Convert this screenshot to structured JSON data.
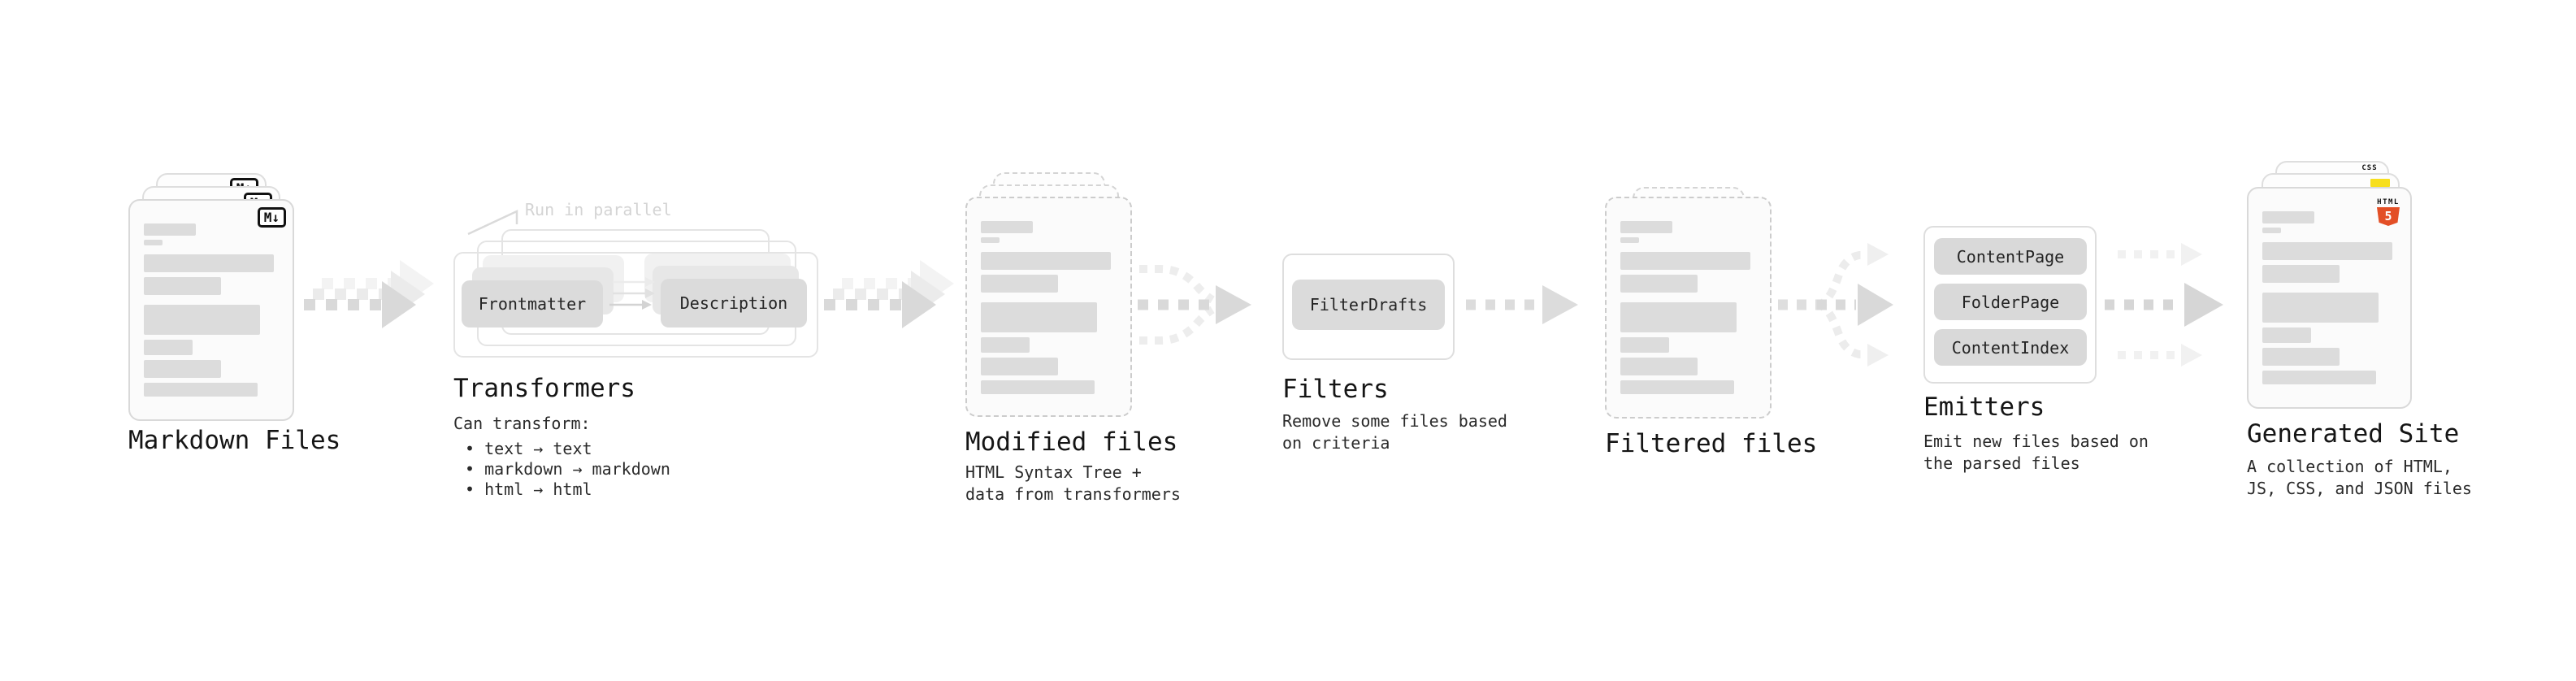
{
  "colors": {
    "html5_orange": "#e34f26",
    "js_yellow": "#f7df1e",
    "css_blue": "#2965f1"
  },
  "markdown": {
    "label": "Markdown Files",
    "badge": "M↓"
  },
  "transformers": {
    "note": "Run in parallel",
    "boxes": [
      "Frontmatter",
      "Description"
    ],
    "label": "Transformers",
    "desc_title": "Can transform:",
    "bullets": [
      "• text → text",
      "• markdown → markdown",
      "• html → html"
    ]
  },
  "modified": {
    "label": "Modified files",
    "desc1": "HTML Syntax Tree +",
    "desc2": "data from transformers"
  },
  "filters": {
    "box": "FilterDrafts",
    "label": "Filters",
    "desc1": "Remove some files based",
    "desc2": "on criteria"
  },
  "filtered": {
    "label": "Filtered files"
  },
  "emitters": {
    "boxes": [
      "ContentPage",
      "FolderPage",
      "ContentIndex"
    ],
    "label": "Emitters",
    "desc1": "Emit new files based on",
    "desc2": "the parsed files"
  },
  "generated": {
    "label": "Generated Site",
    "desc1": "A collection of HTML,",
    "desc2": "JS, CSS, and JSON files",
    "css_badge": "CSS",
    "html_badge_word": "HTML",
    "html_badge_num": "5"
  }
}
